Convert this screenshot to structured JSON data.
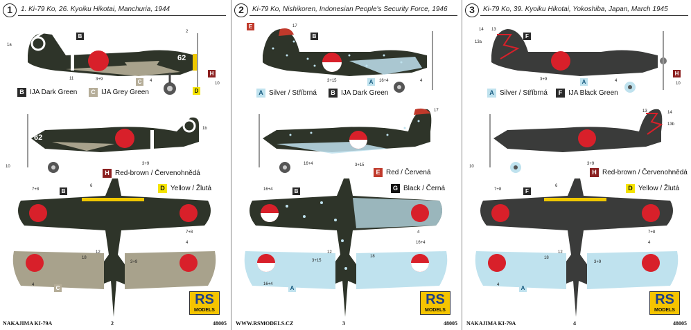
{
  "pages": [
    {
      "number": "1",
      "title": "1. Ki-79 Ko, 26. Kyoiku Hikotai, Manchuria, 1944",
      "legend": [
        {
          "code": "B",
          "label": "IJA Dark Green",
          "bg": "#2a2a2a",
          "fg": "#ffffff"
        },
        {
          "code": "C",
          "label": "IJA Grey Green",
          "bg": "#b5ad98",
          "fg": "#ffffff"
        },
        {
          "code": "H",
          "label": "Red-brown / Červenohnědá",
          "bg": "#8b2020",
          "fg": "#ffffff"
        },
        {
          "code": "D",
          "label": "Yellow / Žlutá",
          "bg": "#f5e400",
          "fg": "#111111"
        }
      ],
      "footer_left": "NAKAJIMA KI-79A",
      "footer_mid": "2",
      "footer_right": "48005",
      "tail_number": "62"
    },
    {
      "number": "2",
      "title": "Ki-79 Ko, Nishikoren, Indonesian People's Security Force, 1946",
      "legend": [
        {
          "code": "A",
          "label": "Silver / Stříbrná",
          "bg": "#bfe2ee",
          "fg": "#1a5c80"
        },
        {
          "code": "B",
          "label": "IJA Dark Green",
          "bg": "#2a2a2a",
          "fg": "#ffffff"
        },
        {
          "code": "E",
          "label": "Red / Červená",
          "bg": "#c0392b",
          "fg": "#ffffff"
        },
        {
          "code": "G",
          "label": "Black / Černá",
          "bg": "#111111",
          "fg": "#ffffff"
        }
      ],
      "footer_left": "WWW.RSMODELS.CZ",
      "footer_mid": "3",
      "footer_right": "48005"
    },
    {
      "number": "3",
      "title": "Ki-79 Ko, 39. Kyoiku Hikotai, Yokoshiba, Japan, March 1945",
      "legend": [
        {
          "code": "A",
          "label": "Silver / Stříbrná",
          "bg": "#bfe2ee",
          "fg": "#1a5c80"
        },
        {
          "code": "F",
          "label": "IJA Black Green",
          "bg": "#2a2a2a",
          "fg": "#ffffff"
        },
        {
          "code": "H",
          "label": "Red-brown / Červenohnědá",
          "bg": "#8b2020",
          "fg": "#ffffff"
        },
        {
          "code": "D",
          "label": "Yellow / Žlutá",
          "bg": "#f5e400",
          "fg": "#111111"
        }
      ],
      "footer_left": "NAKAJIMA KI-79A",
      "footer_mid": "4",
      "footer_right": "48005"
    }
  ],
  "logo": {
    "rs": "RS",
    "models": "MODELS"
  },
  "callouts": {
    "c1": "1a",
    "c2": "2",
    "c3": "11",
    "c4": "3+9",
    "c5": "4",
    "c6": "10",
    "c7": "1b",
    "c8": "7+8",
    "c9": "6",
    "c10": "12",
    "c11": "18",
    "c12": "17",
    "c13": "3+15",
    "c14": "16+4",
    "c15": "13a",
    "c16": "13",
    "c17": "14",
    "c18": "13b"
  },
  "colors": {
    "dark_green": "#2e3429",
    "grey_green": "#a8a28c",
    "black_green": "#3a3b3a",
    "silver": "#bfe2ee",
    "hinomaru": "#d8202a",
    "yellow": "#f0c800"
  }
}
